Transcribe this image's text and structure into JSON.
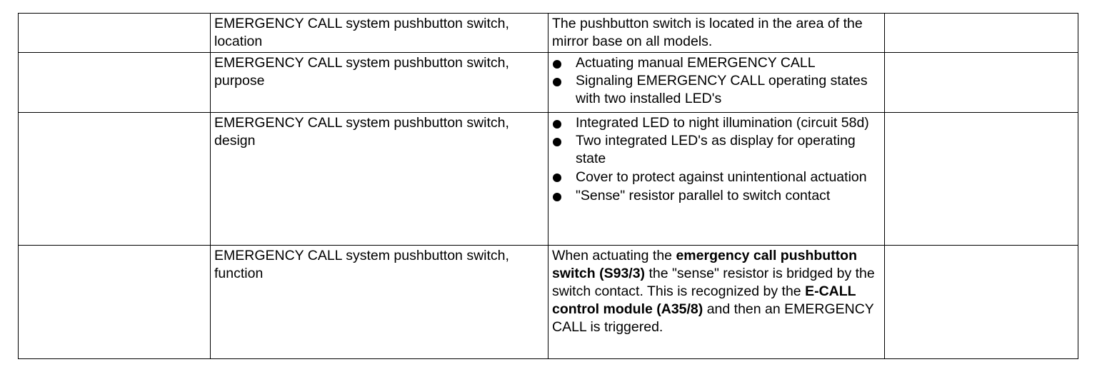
{
  "rows": [
    {
      "item": "EMERGENCY CALL system pushbutton switch, location",
      "description": "The pushbutton switch is located in the area of the mirror base on all models."
    },
    {
      "item": "EMERGENCY CALL system pushbutton switch, purpose",
      "bullets": [
        "Actuating manual EMERGENCY CALL",
        "Signaling EMERGENCY CALL operating states with two installed LED's"
      ]
    },
    {
      "item": "EMERGENCY CALL system pushbutton switch, design",
      "bullets": [
        "Integrated LED to night illumination (circuit 58d)",
        "Two integrated LED's as display for operating state",
        "Cover to protect against unintentional actuation",
        "\"Sense\" resistor parallel to switch contact"
      ]
    },
    {
      "item": "EMERGENCY CALL system pushbutton switch, function",
      "function_text": {
        "t1": "When actuating the ",
        "b1": "emergency call pushbutton switch (S93/3)",
        "t2": " the \"sense\" resistor is bridged by the switch contact. This is recognized by the ",
        "b2": "E-CALL control module (A35/8)",
        "t3": " and then an EMERGENCY CALL is triggered."
      }
    }
  ]
}
